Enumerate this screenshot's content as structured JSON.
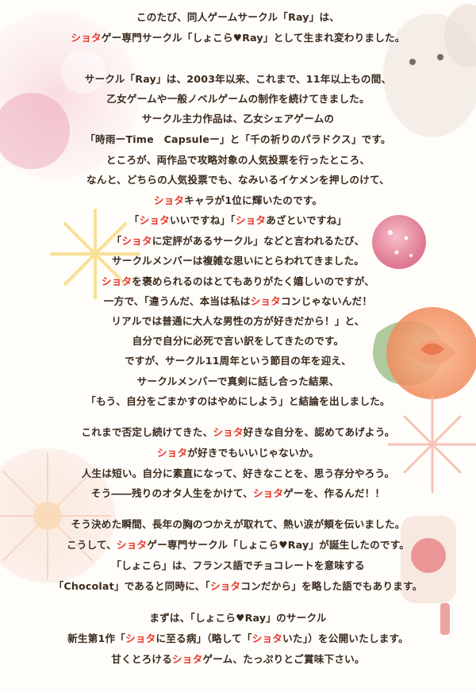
{
  "colors": {
    "text": "#3a2a1e",
    "highlight": "#e8362a",
    "background": "#fffdf9"
  },
  "lines": [
    [
      {
        "t": "このたび、同人ゲームサークル「Ray」は、"
      }
    ],
    [
      {
        "t": "ショタ",
        "h": true
      },
      {
        "t": "ゲー専門サークル「しょこら♥Ray」として生まれ変わりました。"
      }
    ],
    [
      {
        "t": "サークル「Ray」は、2003年以来、これまで、11年以上もの間、"
      }
    ],
    [
      {
        "t": "乙女ゲームや一般ノベルゲームの制作を続けてきました。"
      }
    ],
    [
      {
        "t": "サークル主力作品は、乙女シェアゲームの"
      }
    ],
    [
      {
        "t": "「時雨ーTime　Capsuleー」と「千の祈りのパラドクス」です。"
      }
    ],
    [
      {
        "t": "ところが、両作品で攻略対象の人気投票を行ったところ、"
      }
    ],
    [
      {
        "t": "なんと、どちらの人気投票でも、なみいるイケメンを押しのけて、"
      }
    ],
    [
      {
        "t": "ショタ",
        "h": true
      },
      {
        "t": "キャラが1位に輝いたのです。"
      }
    ],
    [
      {
        "t": "「"
      },
      {
        "t": "ショタ",
        "h": true
      },
      {
        "t": "いいですね」「"
      },
      {
        "t": "ショタ",
        "h": true
      },
      {
        "t": "あざといですね」"
      }
    ],
    [
      {
        "t": "「"
      },
      {
        "t": "ショタ",
        "h": true
      },
      {
        "t": "に定評があるサークル」などと言われるたび、"
      }
    ],
    [
      {
        "t": "サークルメンバーは複雑な思いにとらわれてきました。"
      }
    ],
    [
      {
        "t": "ショタ",
        "h": true
      },
      {
        "t": "を褒められるのはとてもありがたく嬉しいのですが、"
      }
    ],
    [
      {
        "t": "一方で、「違うんだ、本当は私は"
      },
      {
        "t": "ショタ",
        "h": true
      },
      {
        "t": "コンじゃないんだ！"
      }
    ],
    [
      {
        "t": "リアルでは普通に大人な男性の方が好きだから！」と、"
      }
    ],
    [
      {
        "t": "自分で自分に必死で言い訳をしてきたのです。"
      }
    ],
    [
      {
        "t": "ですが、サークル11周年という節目の年を迎え、"
      }
    ],
    [
      {
        "t": "サークルメンバーで真剣に話し合った結果、"
      }
    ],
    [
      {
        "t": "「もう、自分をごまかすのはやめにしよう」と結論を出しました。"
      }
    ],
    [
      {
        "t": "これまで否定し続けてきた、"
      },
      {
        "t": "ショタ",
        "h": true
      },
      {
        "t": "好きな自分を、認めてあげよう。"
      }
    ],
    [
      {
        "t": "ショタ",
        "h": true
      },
      {
        "t": "が好きでもいいじゃないか。"
      }
    ],
    [
      {
        "t": "人生は短い。自分に素直になって、好きなことを、思う存分やろう。"
      }
    ],
    [
      {
        "t": "そう――残りのオタ人生をかけて、"
      },
      {
        "t": "ショタ",
        "h": true
      },
      {
        "t": "ゲーを、作るんだ！！"
      }
    ],
    [
      {
        "t": "そう決めた瞬間、長年の胸のつかえが取れて、熱い涙が頬を伝いました。"
      }
    ],
    [
      {
        "t": "こうして、"
      },
      {
        "t": "ショタ",
        "h": true
      },
      {
        "t": "ゲー専門サークル「しょこら♥Ray」が誕生したのです。"
      }
    ],
    [
      {
        "t": "「しょこら」は、フランス語でチョコレートを意味する"
      }
    ],
    [
      {
        "t": "「Chocolat」であると同時に、「"
      },
      {
        "t": "ショタ",
        "h": true
      },
      {
        "t": "コンだから」を略した語でもあります。"
      }
    ],
    [
      {
        "t": "まずは、「しょこら♥Ray」のサークル"
      }
    ],
    [
      {
        "t": "新生第1作「"
      },
      {
        "t": "ショタ",
        "h": true
      },
      {
        "t": "に至る病」（略して「"
      },
      {
        "t": "ショタ",
        "h": true
      },
      {
        "t": "いた」）を公開いたします。"
      }
    ],
    [
      {
        "t": "甘くとろける"
      },
      {
        "t": "ショタ",
        "h": true
      },
      {
        "t": "ゲーム、たっぷりとご賞味下さい。"
      }
    ]
  ]
}
